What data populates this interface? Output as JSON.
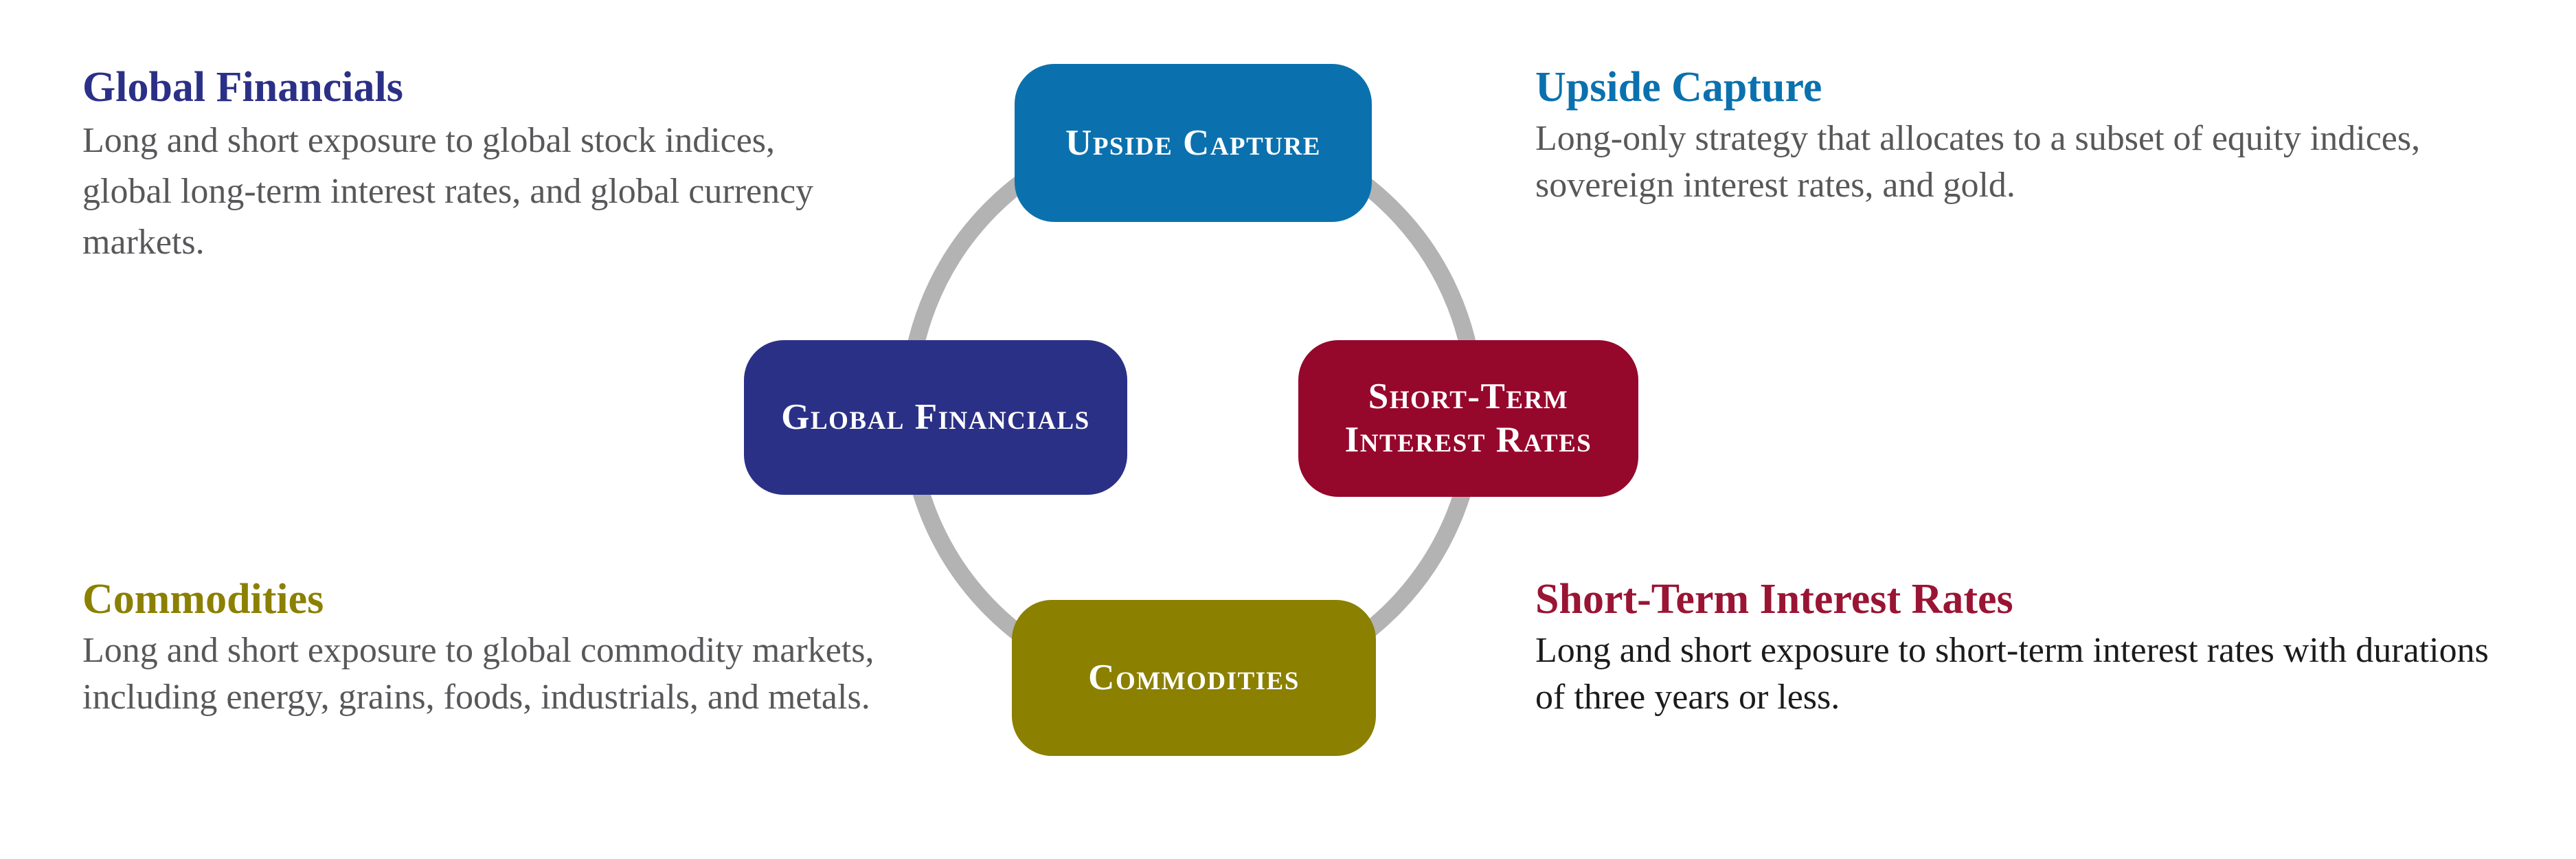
{
  "diagram": {
    "type": "circular-relationship-diagram",
    "ring_color": "#b3b3b3",
    "nodes": [
      {
        "id": "upside-capture",
        "pill_label": "Upside Capture",
        "position": "top",
        "color": "#0b71ae"
      },
      {
        "id": "short-term-interest-rates",
        "pill_label": "Short-Term\nInterest Rates",
        "pill_label_line1": "Short-Term",
        "pill_label_line2": "Interest Rates",
        "position": "right",
        "color": "#96072c"
      },
      {
        "id": "commodities",
        "pill_label": "Commodities",
        "position": "bottom",
        "color": "#8b8000"
      },
      {
        "id": "global-financials",
        "pill_label": "Global Financials",
        "position": "left",
        "color": "#2b3087"
      }
    ]
  },
  "descriptions": {
    "global_financials": {
      "title": "Global Financials",
      "body": "Long and short exposure to global stock indices, global long-term interest rates, and global currency markets.",
      "title_color": "#2b3087",
      "body_color": "#58585b"
    },
    "upside_capture": {
      "title": "Upside Capture",
      "body": "Long-only strategy that allocates to a subset of equity indices, sovereign interest rates, and gold.",
      "title_color": "#0b71ae",
      "body_color": "#58585b"
    },
    "commodities": {
      "title": "Commodities",
      "body": "Long and short exposure to global commodity markets, including energy, grains, foods, industrials, and metals.",
      "title_color": "#8b8000",
      "body_color": "#58585b"
    },
    "short_term_interest_rates": {
      "title": "Short-Term Interest Rates",
      "body": "Long and short exposure to short-term interest rates with durations of three years or less.",
      "title_color": "#9a1434",
      "body_color": "#1b1b1b"
    }
  }
}
